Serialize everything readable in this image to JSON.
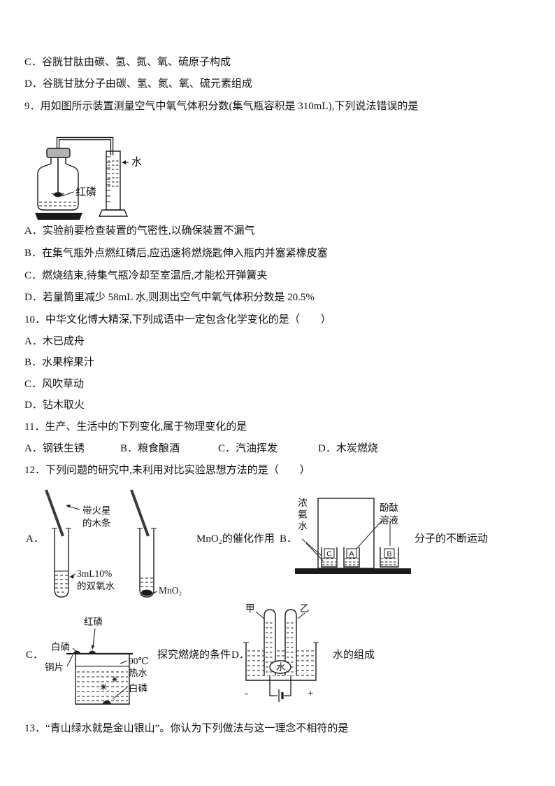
{
  "prev_question": {
    "option_c": "C．谷胱甘肽由碳、氢、氮、氧、硫原子构成",
    "option_d": "D．谷胱甘肽分子由碳、氢、氮、氧、硫元素组成"
  },
  "q9": {
    "stem": "9．用如图所示装置测量空气中氧气体积分数(集气瓶容积是 310mL),下列说法错误的是",
    "diagram": {
      "water": "水",
      "red_phosphorus": "红磷"
    },
    "options": [
      "A．实验前要检查装置的气密性,以确保装置不漏气",
      "B．在集气瓶外点燃红磷后,应迅速将燃烧匙伸入瓶内并塞紧橡皮塞",
      "C．燃烧结束,待集气瓶冷却至室温后,才能松开弹簧夹",
      "D．若量筒里减少 58mL 水,则测出空气中氧气体积分数是 20.5%"
    ]
  },
  "q10": {
    "stem": "10．中华文化博大精深,下列成语中一定包含化学变化的是（　　）",
    "options": [
      "A．木已成舟",
      "B．水果榨果汁",
      "C．风吹草动",
      "D．钻木取火"
    ]
  },
  "q11": {
    "stem": "11．生产、生活中的下列变化,属于物理变化的是",
    "options": [
      "A．钢铁生锈",
      "B．粮食酿酒",
      "C．汽油挥发",
      "D．木炭燃烧"
    ]
  },
  "q12": {
    "stem": "12．下列问题的研究中,未利用对比实验思想方法的是（　　）",
    "a": {
      "label": "A．",
      "caption": "MnO₂的催化作用",
      "splint_line1": "带火星",
      "splint_line2": "的木条",
      "peroxide_line1": "3mL10%",
      "peroxide_line2": "的双氧水",
      "mno2": "MnO₂"
    },
    "b": {
      "label": "B．",
      "caption": "分子的不断运动",
      "ammonia": "浓氨水",
      "phen_line1": "酚酞",
      "phen_line2": "溶液",
      "beakers": [
        "C",
        "A",
        "B"
      ]
    },
    "c": {
      "label": "C．",
      "caption": "探究燃烧的条件",
      "white_p_top": "白磷",
      "red_p": "红磷",
      "copper": "铜片",
      "hot_water_line1": "90℃",
      "hot_water_line2": "热水",
      "white_p_bottom": "白磷"
    },
    "d": {
      "label": "D．",
      "caption": "水的组成",
      "tube_left": "甲",
      "tube_right": "乙",
      "water": "水",
      "minus": "-",
      "plus": "+"
    }
  },
  "q13": {
    "stem": "13．“青山绿水就是金山银山”。你认为下列做法与这一理念不相符的是"
  }
}
